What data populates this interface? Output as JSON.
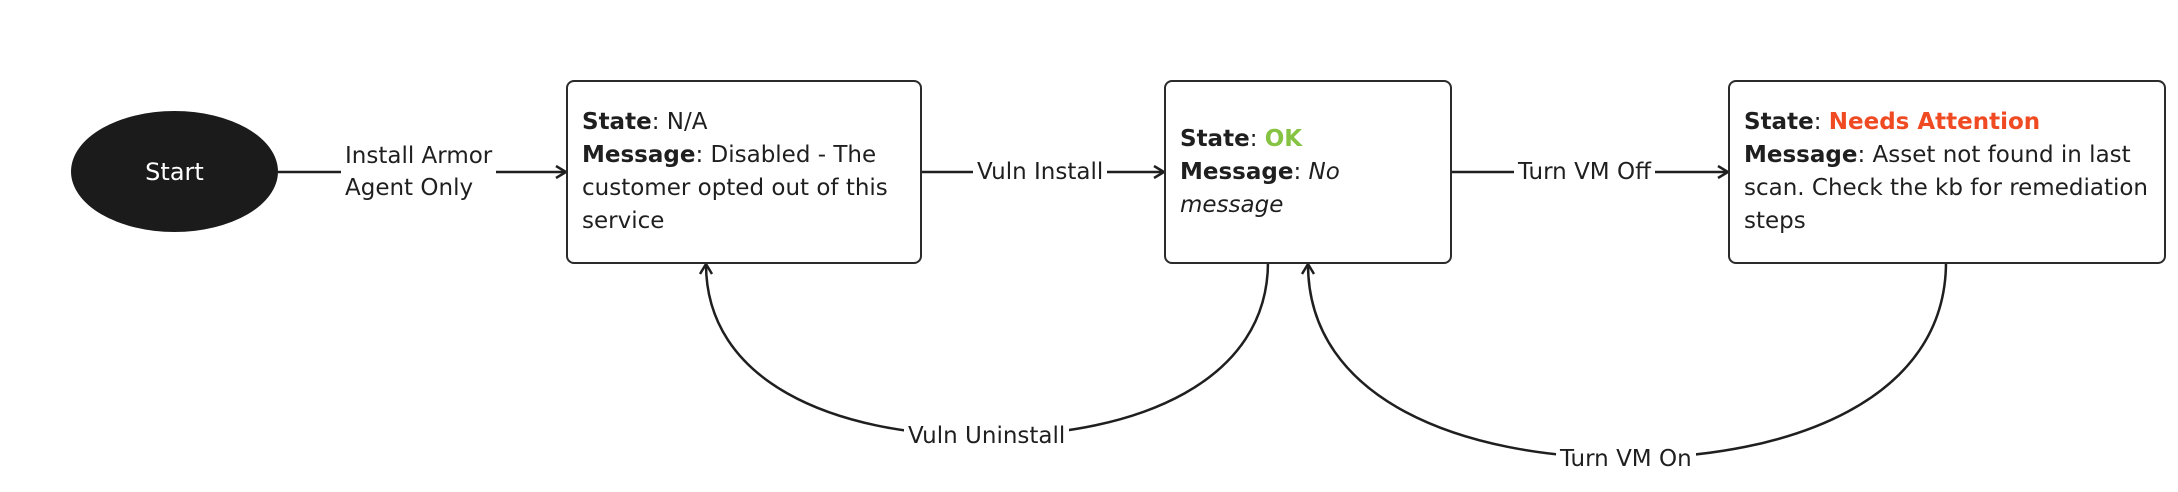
{
  "start": {
    "label": "Start"
  },
  "edges": {
    "install_armor": [
      "Install Armor",
      "Agent Only"
    ],
    "vuln_install": "Vuln Install",
    "turn_vm_off": "Turn VM Off",
    "vuln_uninstall": "Vuln Uninstall",
    "turn_vm_on": "Turn VM On"
  },
  "nodes": {
    "na": {
      "state_key": "State",
      "state_value": "N/A",
      "message_key": "Message",
      "message_value": "Disabled - The customer opted out of this service"
    },
    "ok": {
      "state_key": "State",
      "state_value": "OK",
      "message_key": "Message",
      "message_value": "No message"
    },
    "attention": {
      "state_key": "State",
      "state_value": "Needs Attention",
      "message_key": "Message",
      "message_value": "Asset not found in last scan. Check the kb for remediation steps"
    }
  },
  "colors": {
    "ok": "#86c342",
    "attention": "#f04a23",
    "start_fill": "#1b1b1b"
  }
}
